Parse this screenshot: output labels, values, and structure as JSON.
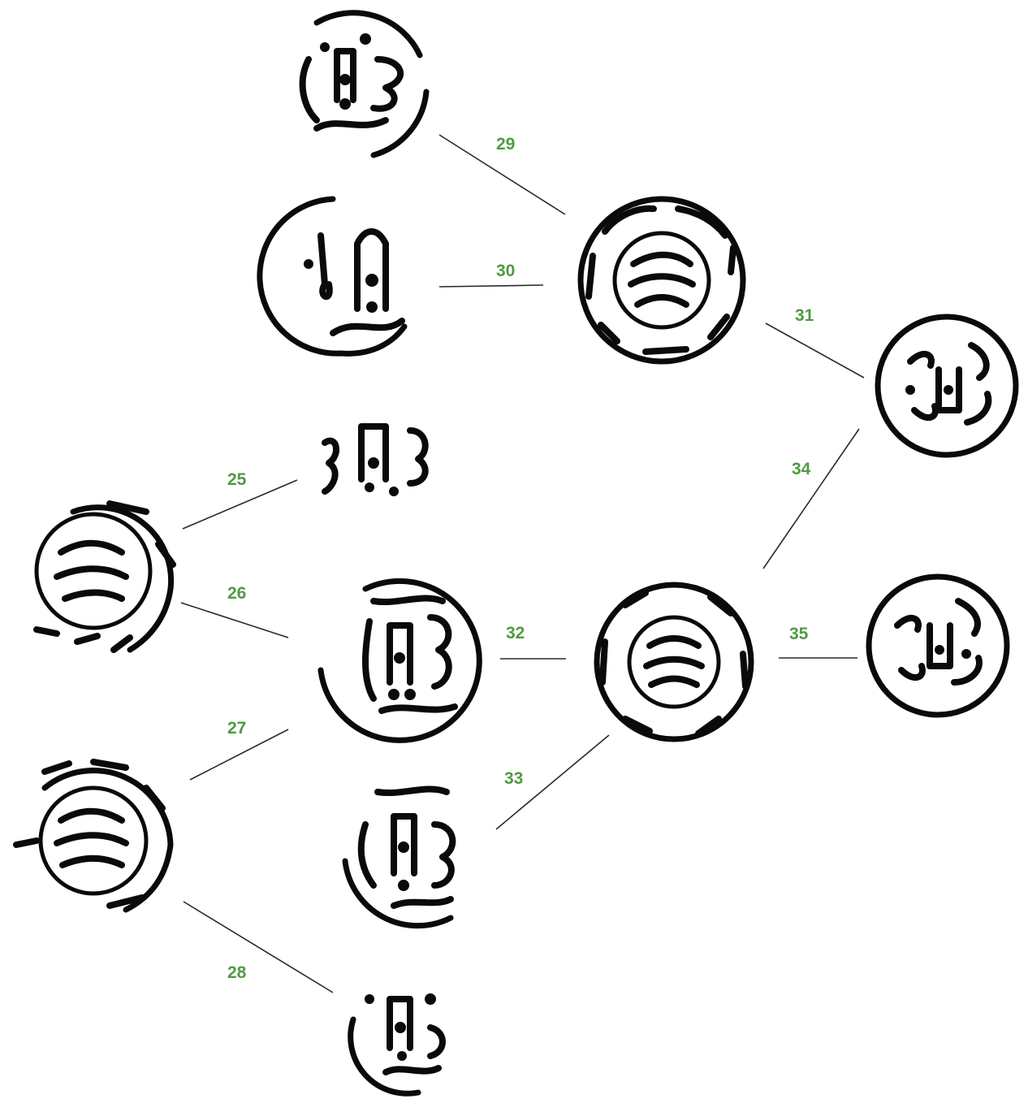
{
  "edges": [
    {
      "id": "e25",
      "label": "25"
    },
    {
      "id": "e26",
      "label": "26"
    },
    {
      "id": "e27",
      "label": "27"
    },
    {
      "id": "e28",
      "label": "28"
    },
    {
      "id": "e29",
      "label": "29"
    },
    {
      "id": "e30",
      "label": "30"
    },
    {
      "id": "e31",
      "label": "31"
    },
    {
      "id": "e32",
      "label": "32"
    },
    {
      "id": "e33",
      "label": "33"
    },
    {
      "id": "e34",
      "label": "34"
    },
    {
      "id": "e35",
      "label": "35"
    }
  ],
  "colors": {
    "edge_label": "#4f9a43",
    "line": "#2a2a2a",
    "coin_ink": "#0a0a0a",
    "background": "#ffffff"
  },
  "icons": [
    "coin-stamp-icon"
  ]
}
